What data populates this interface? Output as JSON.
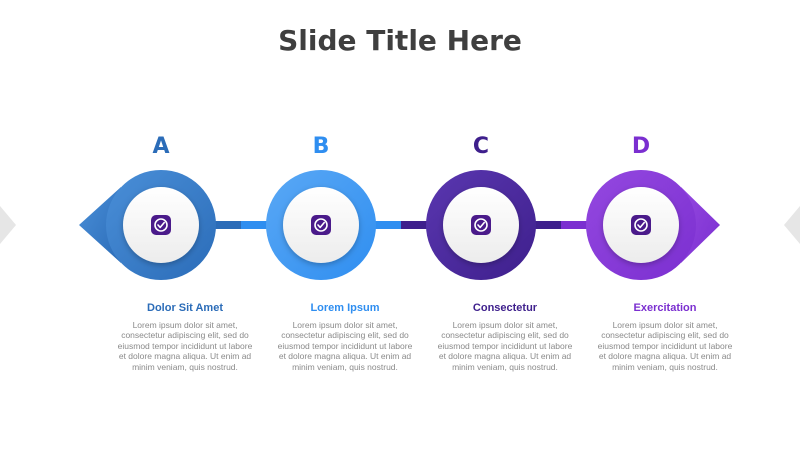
{
  "title": "Slide Title Here",
  "steps": [
    {
      "letter": "A",
      "title": "Dolor Sit Amet",
      "text": "Lorem ipsum dolor sit amet, consectetur adipiscing elit, sed do eiusmod tempor incididunt ut labore et dolore magna aliqua. Ut enim ad minim veniam, quis nostrud.",
      "color": "#2b6cb8",
      "color_light": "#4a8fd8",
      "icon": "check-icon"
    },
    {
      "letter": "B",
      "title": "Lorem Ipsum",
      "text": "Lorem ipsum dolor sit amet, consectetur adipiscing elit, sed do eiusmod tempor incididunt ut labore et dolore magna aliqua. Ut enim ad minim veniam, quis nostrud.",
      "color": "#2f8ef0",
      "color_light": "#5aa8f5",
      "icon": "check-icon"
    },
    {
      "letter": "C",
      "title": "Consectetur",
      "text": "Lorem ipsum dolor sit amet, consectetur adipiscing elit, sed do eiusmod tempor incididunt ut labore et dolore magna aliqua. Ut enim ad minim veniam, quis nostrud.",
      "color": "#3e1f8c",
      "color_light": "#5a37b0",
      "icon": "check-icon"
    },
    {
      "letter": "D",
      "title": "Exercitation",
      "text": "Lorem ipsum dolor sit amet, consectetur adipiscing elit, sed do eiusmod tempor incididunt ut labore et dolore magna aliqua. Ut enim ad minim veniam, quis nostrud.",
      "color": "#7b2fd0",
      "color_light": "#9448e0",
      "icon": "check-icon"
    }
  ],
  "icon_bg_color": "#4a1a8a",
  "nav": {
    "left_icon": "arrow-left-icon",
    "right_icon": "arrow-right-icon"
  }
}
